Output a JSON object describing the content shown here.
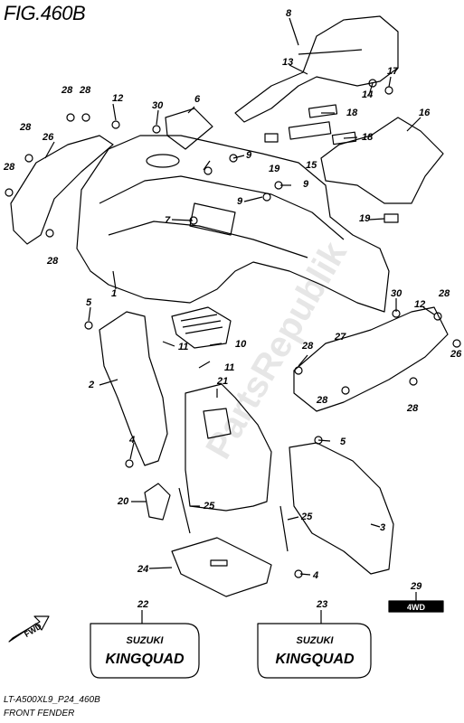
{
  "figure": {
    "title": "FIG.460B",
    "footer_code": "LT-A500XL9_P24_460B",
    "footer_name": "FRONT FENDER",
    "watermark": "PartsRepublik",
    "fwd_label": "FWD"
  },
  "decals": {
    "left_brand": "SUZUKI",
    "left_model": "KINGQUAD",
    "right_brand": "SUZUKI",
    "right_model": "KINGQUAD",
    "badge": "4WD"
  },
  "callouts": [
    "8",
    "13",
    "17",
    "14",
    "28",
    "28",
    "12",
    "30",
    "6",
    "18",
    "16",
    "28",
    "26",
    "28",
    "9",
    "19",
    "15",
    "18",
    "9",
    "7",
    "9",
    "19",
    "28",
    "1",
    "5",
    "30",
    "12",
    "28",
    "11",
    "10",
    "11",
    "28",
    "27",
    "26",
    "2",
    "21",
    "28",
    "28",
    "4",
    "5",
    "20",
    "25",
    "25",
    "3",
    "24",
    "4",
    "29",
    "22",
    "23"
  ]
}
